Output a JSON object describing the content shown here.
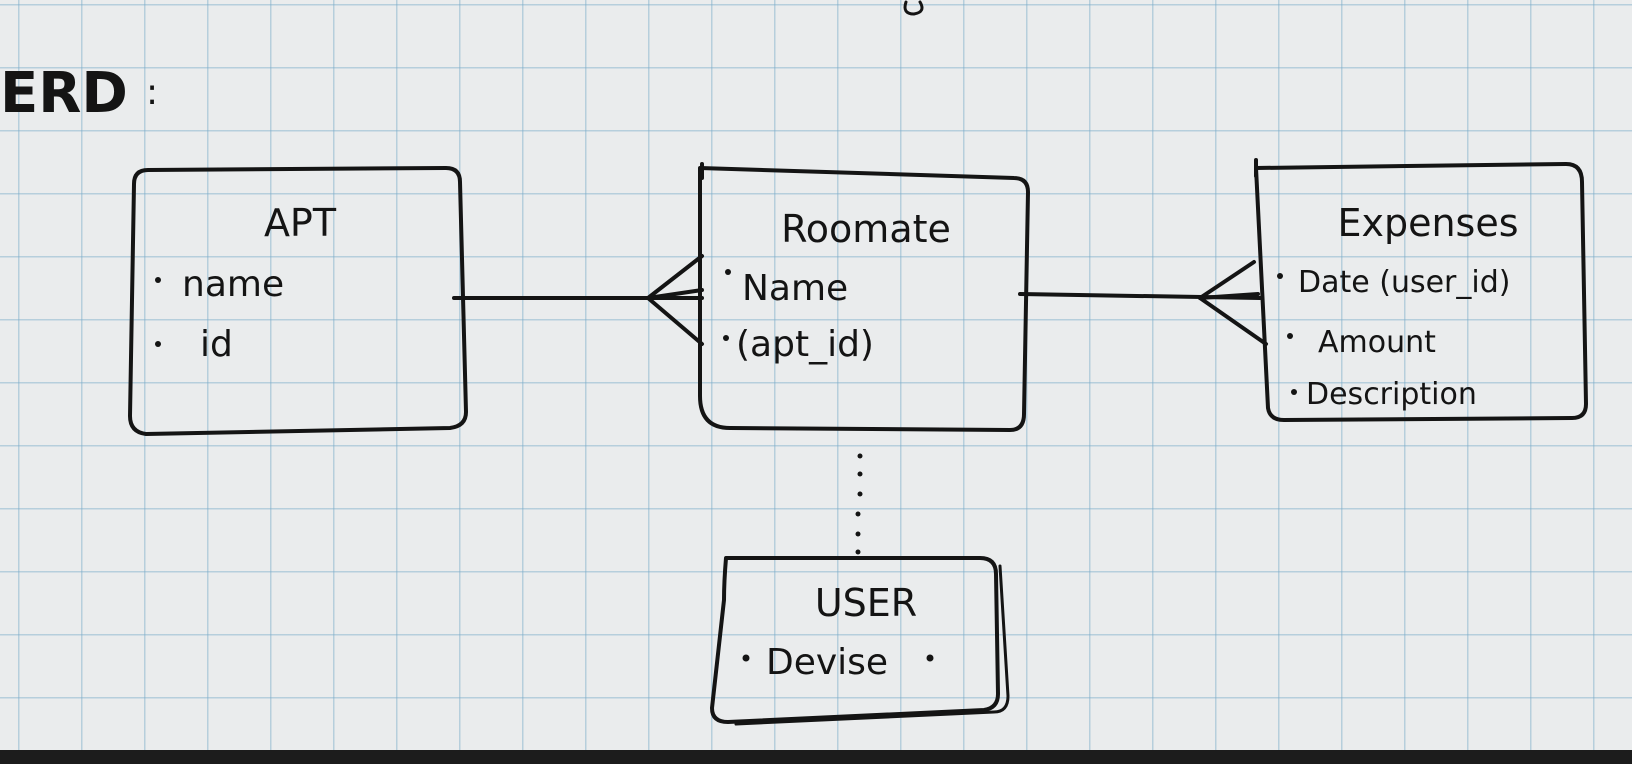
{
  "heading": {
    "title": "ERD",
    "colon": ":"
  },
  "entities": {
    "apt": {
      "title": "APT",
      "attributes": [
        "name",
        "id"
      ]
    },
    "roomate": {
      "title": "Roomate",
      "attributes": [
        "Name",
        "(apt_id)"
      ]
    },
    "expenses": {
      "title": "Expenses",
      "attributes": [
        "Date (user_id)",
        "Amount",
        "Description"
      ]
    },
    "user": {
      "title": "USER",
      "attributes": [
        "Devise"
      ]
    }
  },
  "relationships": [
    {
      "from": "APT",
      "to": "Roomate",
      "cardinality": "one-to-many"
    },
    {
      "from": "Roomate",
      "to": "Expenses",
      "cardinality": "one-to-many"
    },
    {
      "from": "Roomate",
      "to": "USER",
      "style": "dotted"
    }
  ],
  "colors": {
    "paper": "#eaeced",
    "grid": "#78aac8",
    "ink": "#141414"
  }
}
